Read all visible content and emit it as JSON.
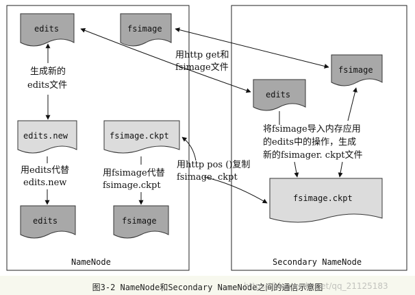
{
  "docs": {
    "edits_top": "edits",
    "fsimage_top": "fsimage",
    "edits_new": "edits.new",
    "fsimage_ckpt_left": "fsimage.ckpt",
    "edits_bottom": "edits",
    "fsimage_bottom": "fsimage",
    "fsimage_secondary": "fsimage",
    "edits_secondary": "edits",
    "fsimage_ckpt_secondary": "fsimage.ckpt"
  },
  "labels": {
    "gen_new_edits_1": "生成新的",
    "gen_new_edits_2": "edits文件",
    "http_get_1": "用http get和",
    "http_get_2": "fsimage文件",
    "replace_edits_1": "用edits代替",
    "replace_edits_2": "edits.new",
    "replace_fsimage_1": "用fsimage代替",
    "replace_fsimage_2": "fsimage.ckpt",
    "http_post_1": "用http pos ()复制",
    "http_post_2": "fsimage. ckpt",
    "merge_1": "将fsimage导入内存应用",
    "merge_2": "的edits中的操作，生成",
    "merge_3": "新的fsimager. ckpt文件"
  },
  "boxes": {
    "namenode": "NameNode",
    "secondary": "Secondary NameNode"
  },
  "caption": "图3-2  NameNode和Secondary NameNode之间的通信示意图",
  "watermark": "https://blog.csdn.net/qq_21125183",
  "colors": {
    "doc_dark": "#a8a8a8",
    "doc_light": "#dcdcdc",
    "caption_bg": "#f7f8ee"
  }
}
